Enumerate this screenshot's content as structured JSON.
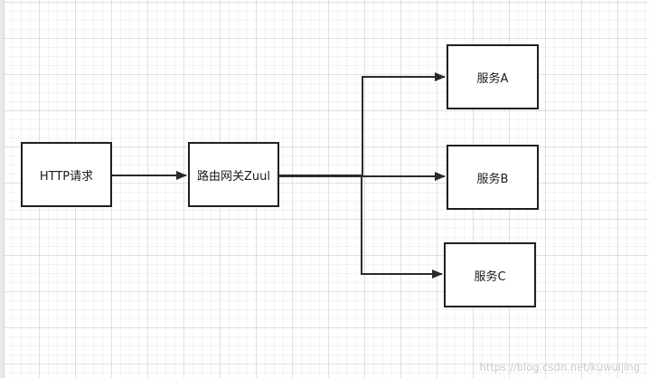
{
  "nodes": {
    "http": {
      "label": "HTTP请求"
    },
    "zuul": {
      "label": "路由网关Zuul"
    },
    "service_a": {
      "label": "服务A"
    },
    "service_b": {
      "label": "服务B"
    },
    "service_c": {
      "label": "服务C"
    }
  },
  "edges": [
    {
      "from": "http",
      "to": "zuul"
    },
    {
      "from": "zuul",
      "to": "service_a"
    },
    {
      "from": "zuul",
      "to": "service_b"
    },
    {
      "from": "zuul",
      "to": "service_c"
    }
  ],
  "watermark": "https://blog.csdn.net/kuwuijing",
  "colors": {
    "line": "#2b2b2b",
    "box_border": "#1f1f1f"
  }
}
